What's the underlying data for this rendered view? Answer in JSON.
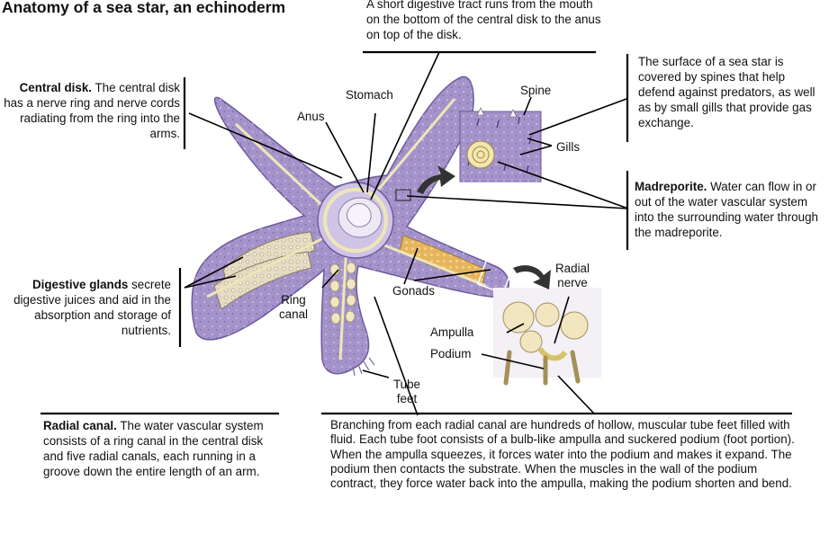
{
  "title": "Anatomy of a sea star, an echinoderm",
  "callouts": {
    "digestive_tract": "A short digestive tract runs from the mouth on the bottom of the central disk to the anus on top of the disk.",
    "central_disk": {
      "head": "Central disk.",
      "body": " The central disk has a nerve ring and nerve cords radiating from the ring into the arms."
    },
    "surface": "The surface of a sea star is covered by spines that help defend against predators, as well as by small gills that provide gas exchange.",
    "madreporite": {
      "head": "Madreporite.",
      "body": " Water can flow in or out of the water vascular system into the surrounding water through the madreporite."
    },
    "digestive_glands": {
      "head": "Digestive glands",
      "body": " secrete digestive juices and aid in the absorption and storage of nutrients."
    },
    "radial_canal": {
      "head": "Radial canal.",
      "body": " The water vascular system consists of a ring canal in the central disk and five radial canals, each running in a groove down the entire length of an arm."
    },
    "tube_feet": "Branching from each radial canal are hundreds of hollow, muscular tube feet filled with fluid. Each tube foot consists of a bulb-like ampulla and suckered podium (foot portion). When the ampulla squeezes, it forces water into the podium and makes it expand. The podium then contacts the substrate. When the muscles in the wall of the podium contract, they force water back into the ampulla, making the podium shorten and bend."
  },
  "labels": {
    "stomach": "Stomach",
    "anus": "Anus",
    "spine": "Spine",
    "gills": "Gills",
    "radial_nerve": "Radial nerve",
    "gonads": "Gonads",
    "ring_canal": "Ring canal",
    "ampulla": "Ampulla",
    "podium": "Podium",
    "tube_feet": "Tube feet"
  },
  "colors": {
    "body": "#a493c9",
    "body_dark": "#8a76b6",
    "gland": "#e8dcc0",
    "gonad": "#e3b766",
    "canal": "#efe6b8",
    "line": "#000000"
  }
}
